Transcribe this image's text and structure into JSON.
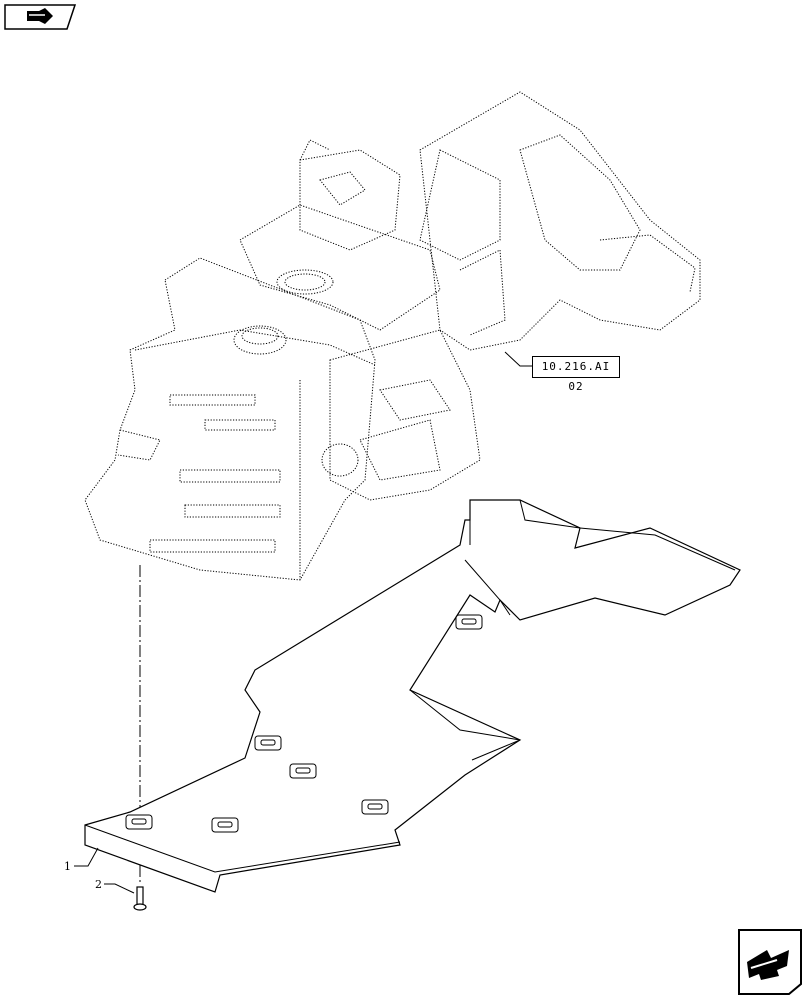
{
  "header": {
    "nav_icon": "book-arrow-icon"
  },
  "diagram": {
    "reference_label": "10.216.AI 02",
    "callouts": [
      {
        "id": "1",
        "label": "1"
      },
      {
        "id": "2",
        "label": "2"
      }
    ]
  },
  "footer": {
    "next_icon": "next-page-arrow-icon"
  }
}
